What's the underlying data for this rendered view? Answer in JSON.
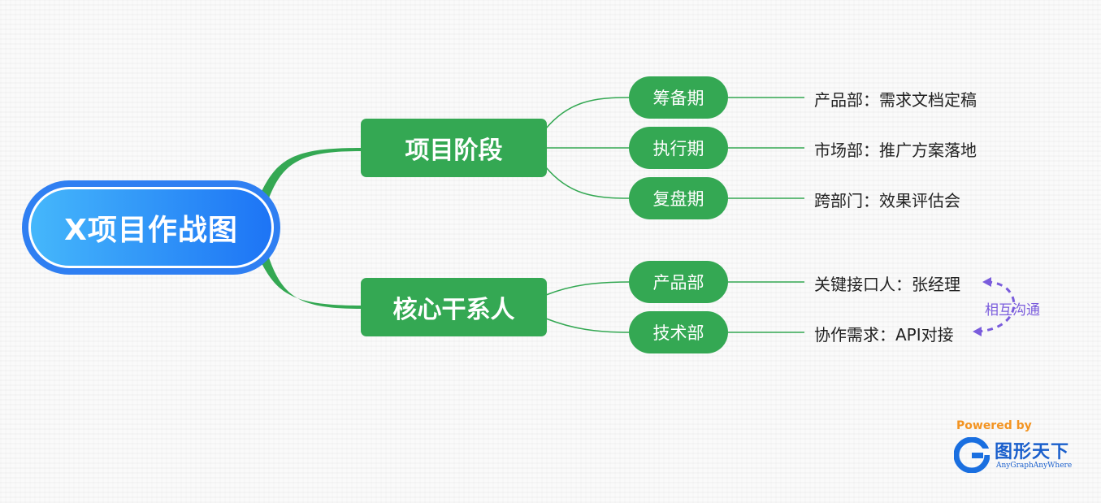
{
  "root": {
    "label": "X项目作战图"
  },
  "branches": [
    {
      "label": "项目阶段",
      "children": [
        {
          "label": "筹备期",
          "leaf": "产品部：需求文档定稿"
        },
        {
          "label": "执行期",
          "leaf": "市场部：推广方案落地"
        },
        {
          "label": "复盘期",
          "leaf": "跨部门：效果评估会"
        }
      ]
    },
    {
      "label": "核心干系人",
      "children": [
        {
          "label": "产品部",
          "leaf": "关键接口人：张经理"
        },
        {
          "label": "技术部",
          "leaf": "协作需求：API对接"
        }
      ]
    }
  ],
  "relation": {
    "label": "相互沟通",
    "color": "#7a5cdc"
  },
  "colors": {
    "branch": "#34a853",
    "root_start": "#45b7fb",
    "root_end": "#1d74f5"
  },
  "watermark": {
    "powered": "Powered by",
    "name": "图形天下",
    "tagline": "AnyGraphAnyWhere"
  }
}
